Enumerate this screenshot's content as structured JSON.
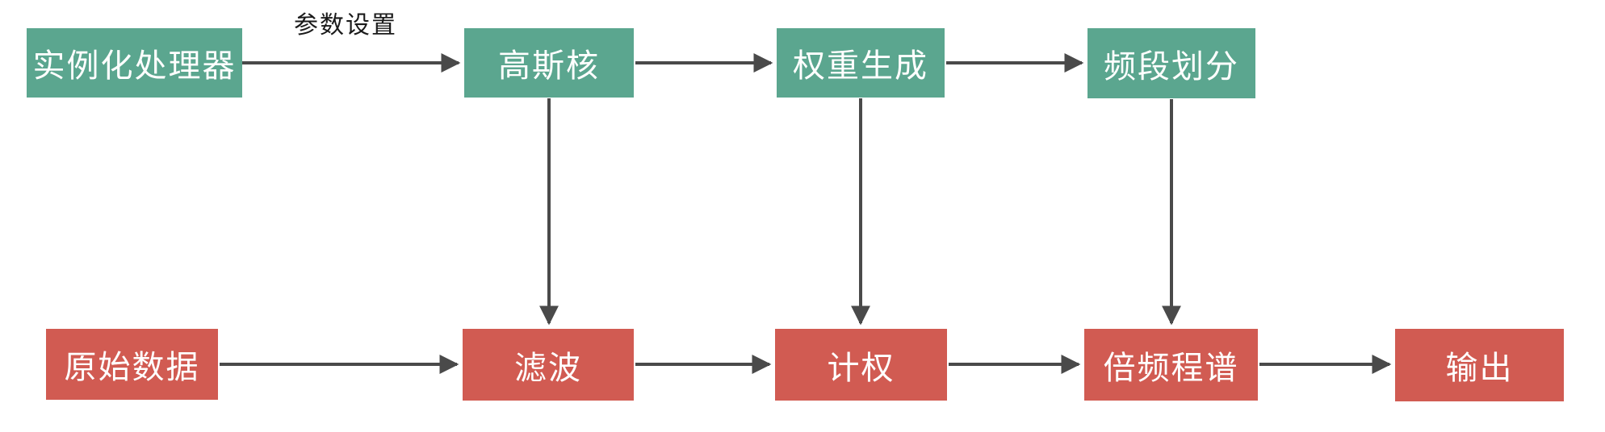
{
  "diagram": {
    "type": "flowchart",
    "colors": {
      "config_node_fill": "#5BA68F",
      "data_node_fill": "#D15B52",
      "arrow": "#4A4A4A",
      "node_text": "#FFFFFF",
      "edge_label_text": "#1A1A1A",
      "background": "#FFFFFF"
    },
    "nodes": [
      {
        "id": "instantiate-processor",
        "label": "实例化处理器",
        "group": "config"
      },
      {
        "id": "gaussian-kernel",
        "label": "高斯核",
        "group": "config"
      },
      {
        "id": "weight-generation",
        "label": "权重生成",
        "group": "config"
      },
      {
        "id": "band-division",
        "label": "频段划分",
        "group": "config"
      },
      {
        "id": "raw-data",
        "label": "原始数据",
        "group": "data"
      },
      {
        "id": "filter",
        "label": "滤波",
        "group": "data"
      },
      {
        "id": "weighting",
        "label": "计权",
        "group": "data"
      },
      {
        "id": "octave-spectrum",
        "label": "倍频程谱",
        "group": "data"
      },
      {
        "id": "output",
        "label": "输出",
        "group": "data"
      }
    ],
    "edges": [
      {
        "from": "instantiate-processor",
        "to": "gaussian-kernel",
        "label": "参数设置"
      },
      {
        "from": "gaussian-kernel",
        "to": "weight-generation"
      },
      {
        "from": "weight-generation",
        "to": "band-division"
      },
      {
        "from": "gaussian-kernel",
        "to": "filter"
      },
      {
        "from": "weight-generation",
        "to": "weighting"
      },
      {
        "from": "band-division",
        "to": "octave-spectrum"
      },
      {
        "from": "raw-data",
        "to": "filter"
      },
      {
        "from": "filter",
        "to": "weighting"
      },
      {
        "from": "weighting",
        "to": "octave-spectrum"
      },
      {
        "from": "octave-spectrum",
        "to": "output"
      }
    ]
  }
}
